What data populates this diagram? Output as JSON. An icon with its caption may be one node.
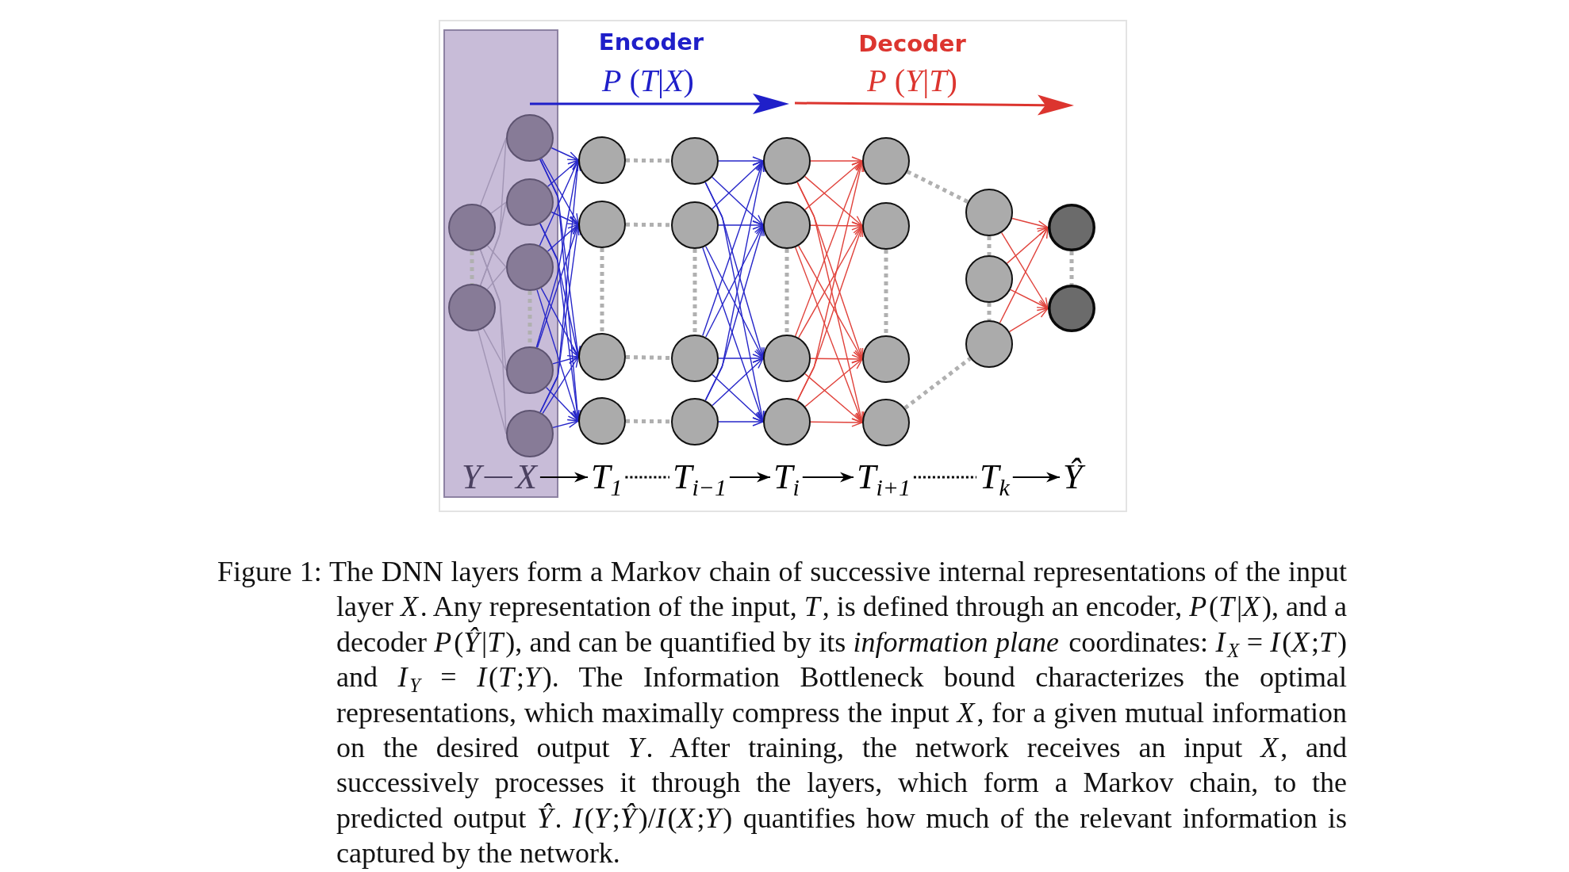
{
  "diagram": {
    "caption": "Figure 1: The DNN layers form a Markov chain of successive internal representations of the input layer *X*. Any representation of the input, *T*, is defined through an encoder, *P*(*T*|*X*), and a decoder *P*(*Ŷ*|*T*), and can be quantified by its *information plane* coordinates: *I*$_{X}$ = *I*(*X*;*T*) and *I*$_{Y}$ = *I*(*T*;*Y*). The Information Bottleneck bound characterizes the optimal representations, which maximally compress the input *X*, for a given mutual information on the desired output *Y*. After training, the network receives an input *X*, and successively processes it through the layers, which form a Markov chain, to the predicted output *Ŷ*. *I*(*Y*;*Ŷ*)/*I*(*X*;*Y*) quantifies how much of the relevant information is captured by the network.",
    "nodes": [
      {
        "text": [],
        "shape": "box"
      },
      {
        "text": [],
        "shape": "circle",
        "in": 0
      },
      {
        "text": [],
        "shape": "circle",
        "in": 0
      },
      {
        "text": [],
        "shape": "circle",
        "in": 0
      },
      {
        "text": [],
        "shape": "circle",
        "in": 0
      },
      {
        "text": [],
        "shape": "circle",
        "in": 0
      },
      {
        "text": [],
        "shape": "circle",
        "in": 0
      },
      {
        "text": [],
        "shape": "circle",
        "in": 0
      },
      {
        "text": [],
        "shape": "circle"
      },
      {
        "text": [],
        "shape": "circle"
      },
      {
        "text": [],
        "shape": "circle"
      },
      {
        "text": [],
        "shape": "circle"
      },
      {
        "text": [],
        "shape": "circle"
      },
      {
        "text": [],
        "shape": "circle"
      },
      {
        "text": [],
        "shape": "circle"
      },
      {
        "text": [],
        "shape": "circle"
      },
      {
        "text": [],
        "shape": "circle"
      },
      {
        "text": [],
        "shape": "circle"
      },
      {
        "text": [],
        "shape": "circle"
      },
      {
        "text": [],
        "shape": "circle"
      },
      {
        "text": [],
        "shape": "circle"
      },
      {
        "text": [],
        "shape": "circle"
      },
      {
        "text": [],
        "shape": "circle"
      },
      {
        "text": [],
        "shape": "circle"
      },
      {
        "text": [],
        "shape": "circle"
      },
      {
        "text": [],
        "shape": "circle"
      },
      {
        "text": [],
        "shape": "circle"
      },
      {
        "text": [],
        "shape": "circle"
      },
      {
        "text": [],
        "shape": "circle"
      },
      {
        "text": [
          "Y"
        ],
        "in": 0
      },
      {
        "text": [
          "X"
        ],
        "in": 0
      },
      {
        "text": [
          "T$_{1}$"
        ]
      },
      {
        "text": [
          "T$_{i−1}$"
        ]
      },
      {
        "text": [
          "T$_{i}$"
        ]
      },
      {
        "text": [
          "T$_{i+1}$"
        ]
      },
      {
        "text": [
          "T$_{k}$"
        ]
      },
      {
        "text": [
          "Ŷ"
        ]
      }
    ],
    "edges": [
      {
        "from": 1,
        "to": 3,
        "arrow": "none",
        "color": "#a195b4"
      },
      {
        "from": 1,
        "to": 4,
        "arrow": "none",
        "color": "#a195b4"
      },
      {
        "from": 1,
        "to": 5,
        "arrow": "none",
        "color": "#a195b4"
      },
      {
        "from": 1,
        "to": 6,
        "arrow": "none",
        "color": "#a195b4"
      },
      {
        "from": 1,
        "to": 7,
        "arrow": "none",
        "color": "#a195b4"
      },
      {
        "from": 2,
        "to": 3,
        "arrow": "none",
        "color": "#a195b4"
      },
      {
        "from": 2,
        "to": 4,
        "arrow": "none",
        "color": "#a195b4"
      },
      {
        "from": 2,
        "to": 5,
        "arrow": "none",
        "color": "#a195b4"
      },
      {
        "from": 2,
        "to": 6,
        "arrow": "none",
        "color": "#a195b4"
      },
      {
        "from": 2,
        "to": 7,
        "arrow": "none",
        "color": "#a195b4"
      },
      {
        "from": 3,
        "to": 8,
        "arrow": "to"
      },
      {
        "from": 3,
        "to": 9,
        "arrow": "to"
      },
      {
        "from": 3,
        "to": 10,
        "arrow": "to"
      },
      {
        "from": 3,
        "to": 11,
        "arrow": "to"
      },
      {
        "from": 4,
        "to": 8,
        "arrow": "to"
      },
      {
        "from": 4,
        "to": 9,
        "arrow": "to"
      },
      {
        "from": 4,
        "to": 10,
        "arrow": "to"
      },
      {
        "from": 4,
        "to": 11,
        "arrow": "to"
      },
      {
        "from": 5,
        "to": 8,
        "arrow": "to"
      },
      {
        "from": 5,
        "to": 9,
        "arrow": "to"
      },
      {
        "from": 5,
        "to": 10,
        "arrow": "to"
      },
      {
        "from": 5,
        "to": 11,
        "arrow": "to"
      },
      {
        "from": 6,
        "to": 8,
        "arrow": "to"
      },
      {
        "from": 6,
        "to": 9,
        "arrow": "to"
      },
      {
        "from": 6,
        "to": 10,
        "arrow": "to"
      },
      {
        "from": 6,
        "to": 11,
        "arrow": "to"
      },
      {
        "from": 7,
        "to": 8,
        "arrow": "to"
      },
      {
        "from": 7,
        "to": 9,
        "arrow": "to"
      },
      {
        "from": 7,
        "to": 10,
        "arrow": "to"
      },
      {
        "from": 7,
        "to": 11,
        "arrow": "to"
      },
      {
        "from": 12,
        "to": 16,
        "arrow": "to"
      },
      {
        "from": 12,
        "to": 17,
        "arrow": "to"
      },
      {
        "from": 12,
        "to": 18,
        "arrow": "to"
      },
      {
        "from": 12,
        "to": 19,
        "arrow": "to"
      },
      {
        "from": 13,
        "to": 16,
        "arrow": "to"
      },
      {
        "from": 13,
        "to": 17,
        "arrow": "to"
      },
      {
        "from": 13,
        "to": 18,
        "arrow": "to"
      },
      {
        "from": 13,
        "to": 19,
        "arrow": "to"
      },
      {
        "from": 14,
        "to": 16,
        "arrow": "to"
      },
      {
        "from": 14,
        "to": 17,
        "arrow": "to"
      },
      {
        "from": 14,
        "to": 18,
        "arrow": "to"
      },
      {
        "from": 14,
        "to": 19,
        "arrow": "to"
      },
      {
        "from": 15,
        "to": 16,
        "arrow": "to"
      },
      {
        "from": 15,
        "to": 17,
        "arrow": "to"
      },
      {
        "from": 15,
        "to": 18,
        "arrow": "to"
      },
      {
        "from": 15,
        "to": 19,
        "arrow": "to"
      },
      {
        "from": 16,
        "to": 20,
        "arrow": "to",
        "color": "#e0423b"
      },
      {
        "from": 16,
        "to": 21,
        "arrow": "to",
        "color": "#e0423b"
      },
      {
        "from": 16,
        "to": 22,
        "arrow": "to",
        "color": "#e0423b"
      },
      {
        "from": 16,
        "to": 23,
        "arrow": "to",
        "color": "#e0423b"
      },
      {
        "from": 17,
        "to": 20,
        "arrow": "to",
        "color": "#e0423b"
      },
      {
        "from": 17,
        "to": 21,
        "arrow": "to",
        "color": "#e0423b"
      },
      {
        "from": 17,
        "to": 22,
        "arrow": "to",
        "color": "#e0423b"
      },
      {
        "from": 17,
        "to": 23,
        "arrow": "to",
        "color": "#e0423b"
      },
      {
        "from": 18,
        "to": 20,
        "arrow": "to",
        "color": "#e0423b"
      },
      {
        "from": 18,
        "to": 21,
        "arrow": "to",
        "color": "#e0423b"
      },
      {
        "from": 18,
        "to": 22,
        "arrow": "to",
        "color": "#e0423b"
      },
      {
        "from": 18,
        "to": 23,
        "arrow": "to",
        "color": "#e0423b"
      },
      {
        "from": 19,
        "to": 20,
        "arrow": "to",
        "color": "#e0423b"
      },
      {
        "from": 19,
        "to": 21,
        "arrow": "to",
        "color": "#e0423b"
      },
      {
        "from": 19,
        "to": 22,
        "arrow": "to",
        "color": "#e0423b"
      },
      {
        "from": 19,
        "to": 23,
        "arrow": "to",
        "color": "#e0423b"
      },
      {
        "from": 24,
        "to": 27,
        "arrow": "to",
        "color": "#e0423b"
      },
      {
        "from": 24,
        "to": 28,
        "arrow": "to",
        "color": "#e0423b"
      },
      {
        "from": 25,
        "to": 27,
        "arrow": "to",
        "color": "#e0423b"
      },
      {
        "from": 25,
        "to": 28,
        "arrow": "to",
        "color": "#e0423b"
      },
      {
        "from": 26,
        "to": 27,
        "arrow": "to",
        "color": "#e0423b"
      },
      {
        "from": 26,
        "to": 28,
        "arrow": "to",
        "color": "#e0423b"
      },
      {
        "from": 8,
        "to": 12,
        "arrow": "none",
        "style": "dashed",
        "color": "#b0b0b0"
      },
      {
        "from": 9,
        "to": 13,
        "arrow": "none",
        "style": "dashed",
        "color": "#b0b0b0"
      },
      {
        "from": 10,
        "to": 14,
        "arrow": "none",
        "style": "dashed",
        "color": "#b0b0b0"
      },
      {
        "from": 11,
        "to": 15,
        "arrow": "none",
        "style": "dashed",
        "color": "#b0b0b0"
      },
      {
        "from": 1,
        "to": 2,
        "arrow": "none",
        "style": "dashed",
        "color": "#b0b0b0"
      },
      {
        "from": 5,
        "to": 6,
        "arrow": "none",
        "style": "dashed",
        "color": "#b0b0b0"
      },
      {
        "from": 9,
        "to": 10,
        "arrow": "none",
        "style": "dashed",
        "color": "#b0b0b0"
      },
      {
        "from": 13,
        "to": 14,
        "arrow": "none",
        "style": "dashed",
        "color": "#b0b0b0"
      },
      {
        "from": 17,
        "to": 18,
        "arrow": "none",
        "style": "dashed",
        "color": "#b0b0b0"
      },
      {
        "from": 21,
        "to": 22,
        "arrow": "none",
        "style": "dashed",
        "color": "#b0b0b0"
      },
      {
        "from": 24,
        "to": 25,
        "arrow": "none",
        "style": "dashed",
        "color": "#b0b0b0"
      },
      {
        "from": 25,
        "to": 26,
        "arrow": "none",
        "style": "dashed",
        "color": "#b0b0b0"
      },
      {
        "from": 27,
        "to": 28,
        "arrow": "none",
        "style": "dashed",
        "color": "#b0b0b0"
      },
      {
        "from": 20,
        "to": 24,
        "arrow": "none",
        "style": "dashed",
        "color": "#b0b0b0"
      },
      {
        "from": 23,
        "to": 26,
        "arrow": "none",
        "style": "dashed",
        "color": "#b0b0b0"
      },
      {
        "from": 29,
        "to": 30,
        "arrow": "none",
        "color": "#4b4160"
      },
      {
        "from": 30,
        "to": 31,
        "arrow": "to",
        "color": "#000000"
      },
      {
        "from": 31,
        "to": 32,
        "arrow": "none",
        "style": "dashed",
        "color": "#000000"
      },
      {
        "from": 32,
        "to": 33,
        "arrow": "to",
        "color": "#000000"
      },
      {
        "from": 33,
        "to": 34,
        "arrow": "to",
        "color": "#000000"
      },
      {
        "from": 34,
        "to": 35,
        "arrow": "none",
        "style": "dashed",
        "color": "#000000"
      },
      {
        "from": 35,
        "to": 36,
        "arrow": "to",
        "color": "#000000"
      }
    ],
    "labels": [
      "Encoder",
      "*P* (*T*|*X*)",
      "Decoder",
      "*P* (*Y*|*T*)"
    ]
  }
}
